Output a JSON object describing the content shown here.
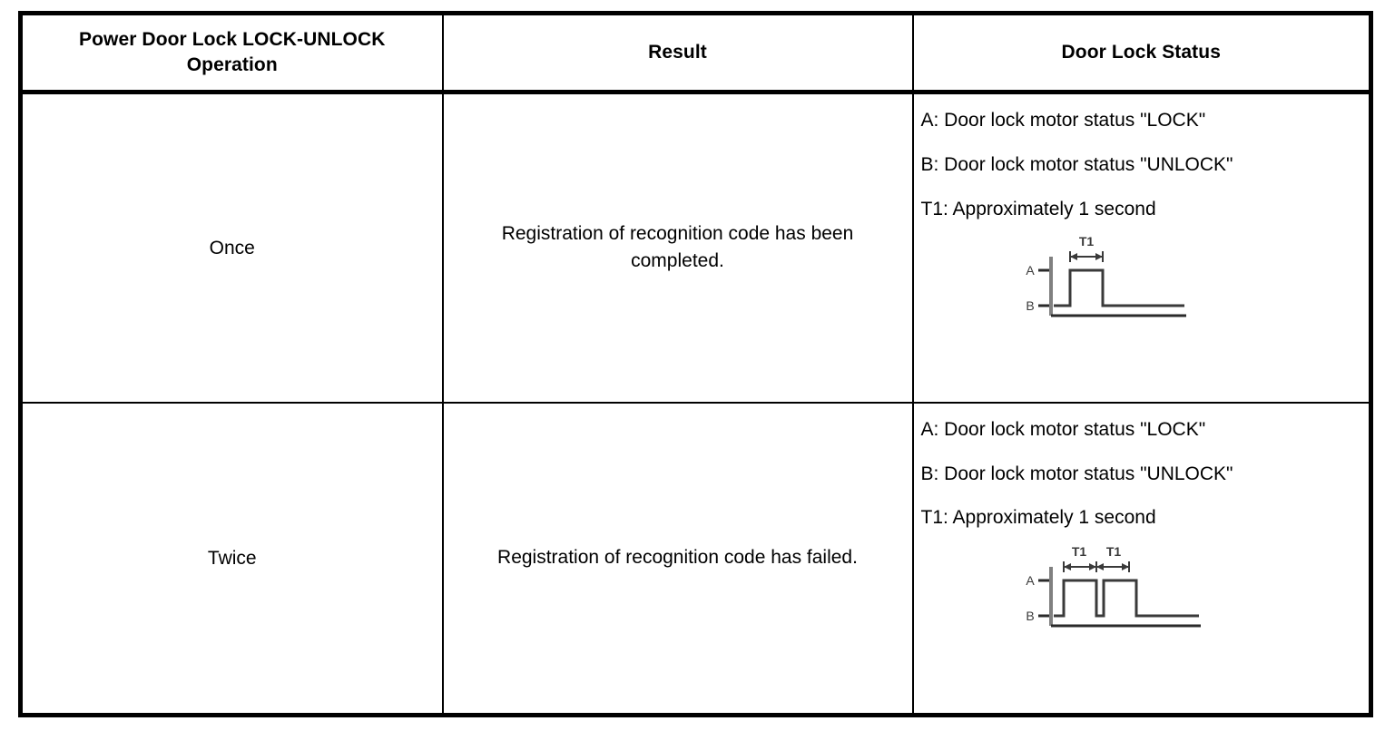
{
  "table": {
    "headers": [
      "Power Door Lock LOCK-UNLOCK Operation",
      "Result",
      "Door Lock Status"
    ],
    "rows": [
      {
        "operation": "Once",
        "result": "Registration of recognition code has been completed.",
        "status_lines": [
          "A: Door lock motor status \"LOCK\"",
          "B: Door lock motor status \"UNLOCK\"",
          "T1: Approximately 1 second"
        ],
        "diagram": {
          "axis_labels": [
            "A",
            "B"
          ],
          "duration_labels": [
            "T1"
          ],
          "pulse_count": 1
        }
      },
      {
        "operation": "Twice",
        "result": "Registration of recognition code has failed.",
        "status_lines": [
          "A: Door lock motor status \"LOCK\"",
          "B: Door lock motor status \"UNLOCK\"",
          "T1: Approximately 1 second"
        ],
        "diagram": {
          "axis_labels": [
            "A",
            "B"
          ],
          "duration_labels": [
            "T1",
            "T1"
          ],
          "pulse_count": 2
        }
      }
    ]
  },
  "colors": {
    "border": "#000000",
    "text": "#000000",
    "background": "#ffffff",
    "axis_gray": "#808080",
    "waveform": "#3a3a3a"
  }
}
